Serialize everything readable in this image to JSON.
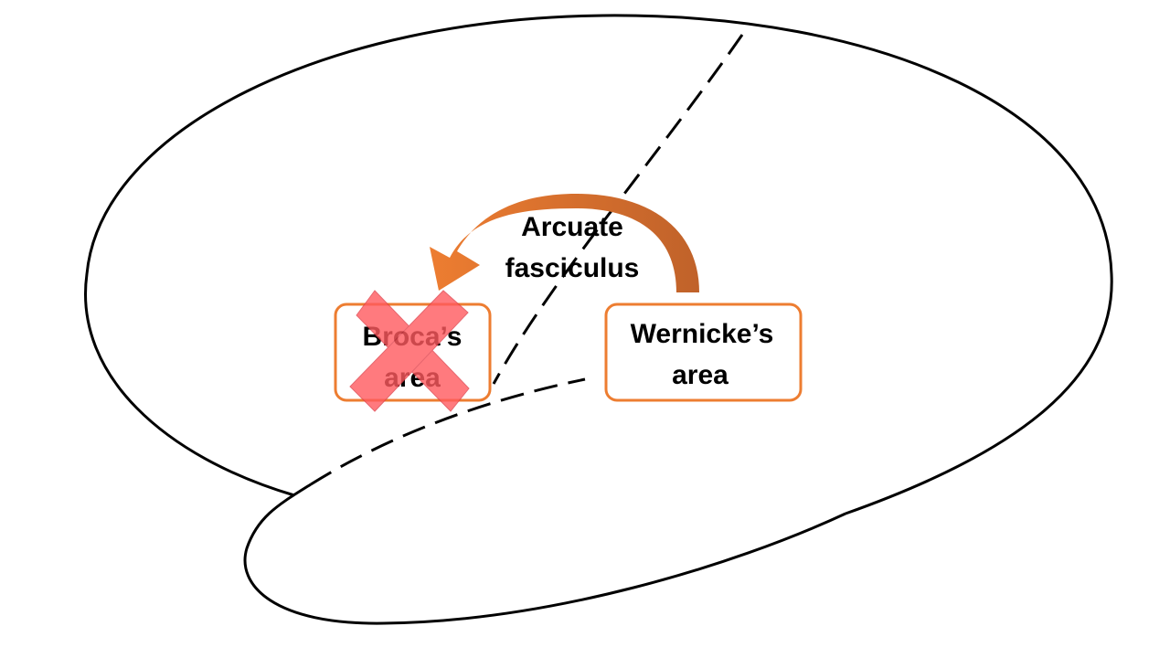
{
  "diagram": {
    "nodes": [
      {
        "id": "broca",
        "label_line1": "Broca’s",
        "label_line2": "area",
        "status": "lesioned"
      },
      {
        "id": "wernicke",
        "label_line1": "Wernicke’s",
        "label_line2": "area"
      }
    ],
    "edge": {
      "from": "wernicke",
      "to": "broca",
      "label_line1": "Arcuate",
      "label_line2": "fasciculus"
    },
    "marks": {
      "lesion_icon": "x-mark-icon"
    },
    "colors": {
      "box_border": "#ED7D31",
      "arrow_light": "#ED7D31",
      "arrow_dark": "#C0622A",
      "lesion_x": "#FF5A5F",
      "outline": "#000000"
    }
  }
}
